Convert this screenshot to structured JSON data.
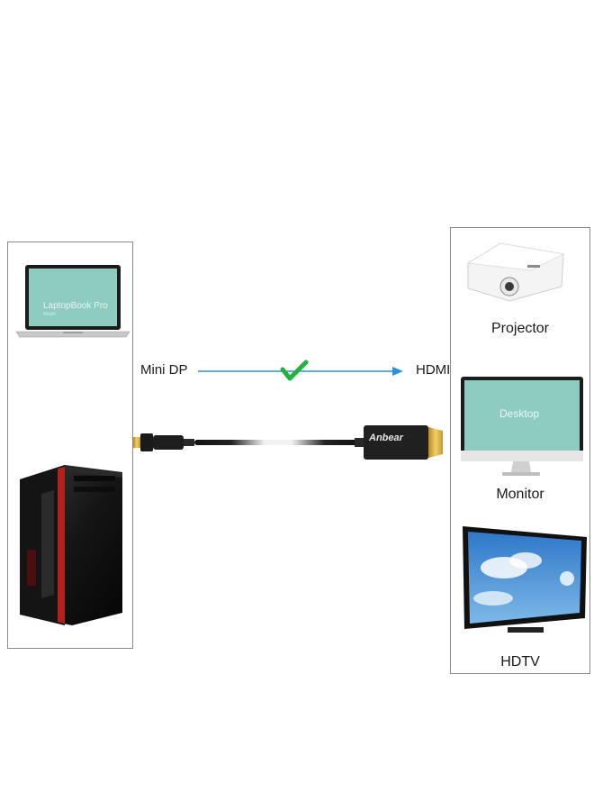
{
  "source_label": "Mini DP",
  "target_label": "HDMI",
  "brand": "Anbear",
  "laptop_screen": {
    "title": "LaptopBook Pro",
    "subtitle": "Model"
  },
  "monitor_screen": "Desktop",
  "targets": [
    {
      "label": "Projector",
      "icon": "projector-icon"
    },
    {
      "label": "Monitor",
      "icon": "monitor-icon"
    },
    {
      "label": "HDTV",
      "icon": "tv-icon"
    }
  ],
  "sources": [
    {
      "icon": "laptop-icon"
    },
    {
      "icon": "desktop-tower-icon"
    }
  ],
  "colors": {
    "arrow": "#2f8fdc",
    "check": "#21b33b",
    "screen": "#8ecbc0",
    "tower_accent": "#b5201b",
    "cable": "#111111",
    "gold": "#d8ad3a"
  }
}
